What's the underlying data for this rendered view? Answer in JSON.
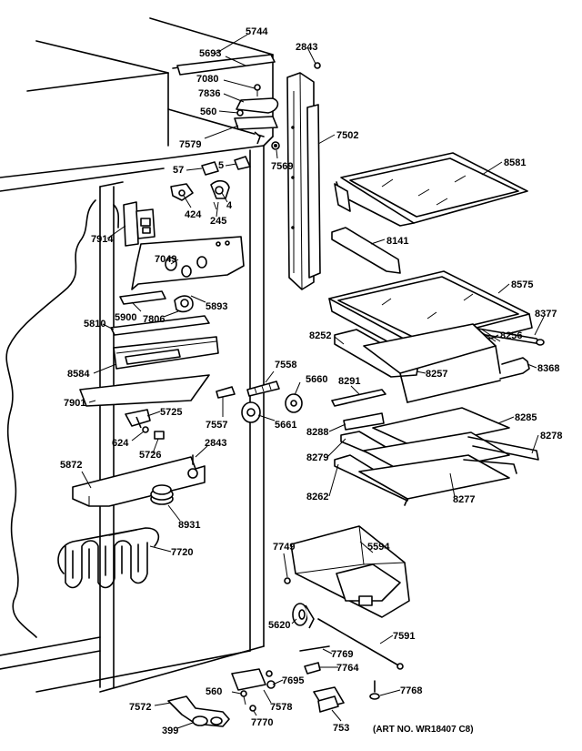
{
  "labels": {
    "l5744": "5744",
    "l5693": "5693",
    "l7080": "7080",
    "l7836": "7836",
    "l560a": "560",
    "l7579": "7579",
    "l5": "5",
    "l57": "57",
    "l2843a": "2843",
    "l7502": "7502",
    "l7569": "7569",
    "l424": "424",
    "l245": "245",
    "l4": "4",
    "l7914": "7914",
    "l7049": "7049",
    "l5893": "5893",
    "l5900": "5900",
    "l7806": "7806",
    "l5810": "5810",
    "l8584": "8584",
    "l7901": "7901",
    "l5725": "5725",
    "l624": "624",
    "l5726": "5726",
    "l7557": "7557",
    "l7558": "7558",
    "l5660": "5660",
    "l5661": "5661",
    "l2843b": "2843",
    "l5872": "5872",
    "l8931": "8931",
    "l7720": "7720",
    "l8581": "8581",
    "l8141": "8141",
    "l8575": "8575",
    "l8377": "8377",
    "l8252": "8252",
    "l8256": "8256",
    "l8368": "8368",
    "l8257": "8257",
    "l8291": "8291",
    "l8285": "8285",
    "l8288": "8288",
    "l8278": "8278",
    "l8279": "8279",
    "l8262": "8262",
    "l8277": "8277",
    "l7749": "7749",
    "l5594": "5594",
    "l5620": "5620",
    "l7591": "7591",
    "l7769": "7769",
    "l7764": "7764",
    "l7695": "7695",
    "l7768": "7768",
    "l560b": "560",
    "l7572": "7572",
    "l7578": "7578",
    "l7770": "7770",
    "l399": "399",
    "l753": "753"
  },
  "art_number": "(ART NO. WR18407 C8)"
}
